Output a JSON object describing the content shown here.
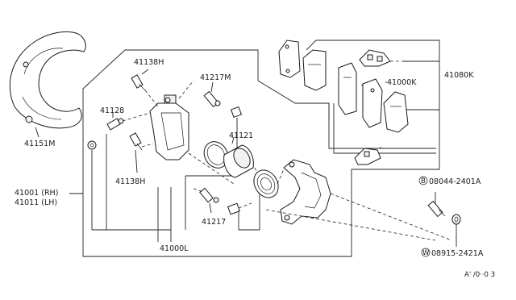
{
  "parts": {
    "dust_shield": "41151M",
    "caliper_assembly_rh": "41001 (RH)",
    "caliper_assembly_lh": "41011 (LH)",
    "pin_bolt_top": "41138H",
    "bleeder": "41128",
    "pin_bolt_bottom": "41138H",
    "sleeve_top": "41217M",
    "piston_seal": "41121",
    "sleeve_bottom": "41217",
    "caliper_body": "41000L",
    "pad_kit": "41080K",
    "pad_set": "41000K",
    "bolt": "08044-2401A",
    "washer": "08915-2421A",
    "bolt_prefix": "B",
    "washer_prefix": "W"
  },
  "diagram_code": "A' /0··0 3"
}
